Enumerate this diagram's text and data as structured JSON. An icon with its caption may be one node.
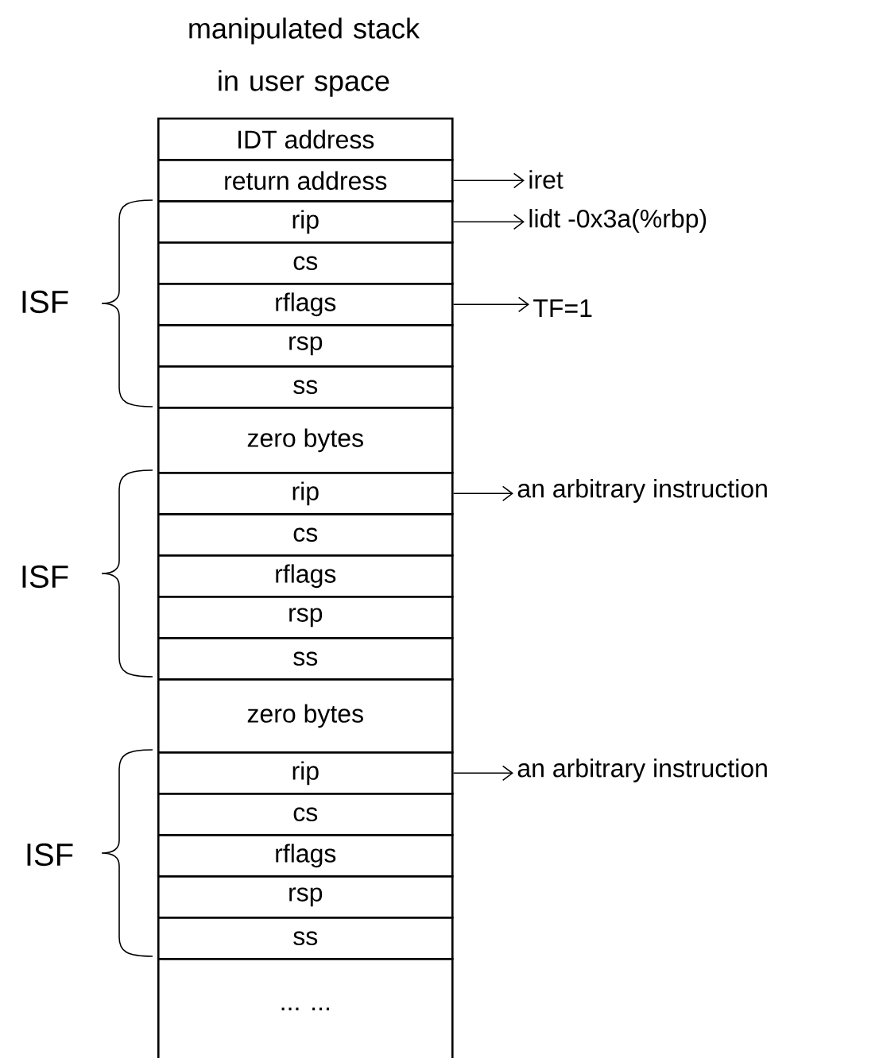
{
  "diagram": {
    "title": "manipulated stack in user space",
    "nodes": [
      {
        "text": [
          "IDT address"
        ]
      },
      {
        "text": [
          "return address"
        ]
      },
      {
        "text": [
          "rip"
        ]
      },
      {
        "text": [
          "cs"
        ]
      },
      {
        "text": [
          "rflags"
        ]
      },
      {
        "text": [
          "rsp"
        ]
      },
      {
        "text": [
          "ss"
        ]
      },
      {
        "text": [
          "zero bytes"
        ]
      },
      {
        "text": [
          "rip"
        ]
      },
      {
        "text": [
          "cs"
        ]
      },
      {
        "text": [
          "rflags"
        ]
      },
      {
        "text": [
          "rsp"
        ]
      },
      {
        "text": [
          "ss"
        ]
      },
      {
        "text": [
          "zero bytes"
        ]
      },
      {
        "text": [
          "rip"
        ]
      },
      {
        "text": [
          "cs"
        ]
      },
      {
        "text": [
          "rflags"
        ]
      },
      {
        "text": [
          "rsp"
        ]
      },
      {
        "text": [
          "ss"
        ]
      },
      {
        "text": [
          "... ..."
        ]
      },
      {
        "text": [
          "iret"
        ]
      },
      {
        "text": [
          "lidt  -0x3a(%rbp)"
        ]
      },
      {
        "text": [
          "TF=1"
        ]
      },
      {
        "text": [
          "an arbitrary instruction"
        ]
      },
      {
        "text": [
          "an arbitrary instruction"
        ]
      }
    ],
    "edges": [
      {
        "from": 1,
        "to": 20,
        "arrow": "to"
      },
      {
        "from": 2,
        "to": 21,
        "arrow": "to"
      },
      {
        "from": 4,
        "to": 22,
        "arrow": "to"
      },
      {
        "from": 8,
        "to": 23,
        "arrow": "to"
      },
      {
        "from": 14,
        "to": 24,
        "arrow": "to"
      }
    ],
    "labels": [
      "ISF",
      "ISF",
      "ISF"
    ]
  }
}
